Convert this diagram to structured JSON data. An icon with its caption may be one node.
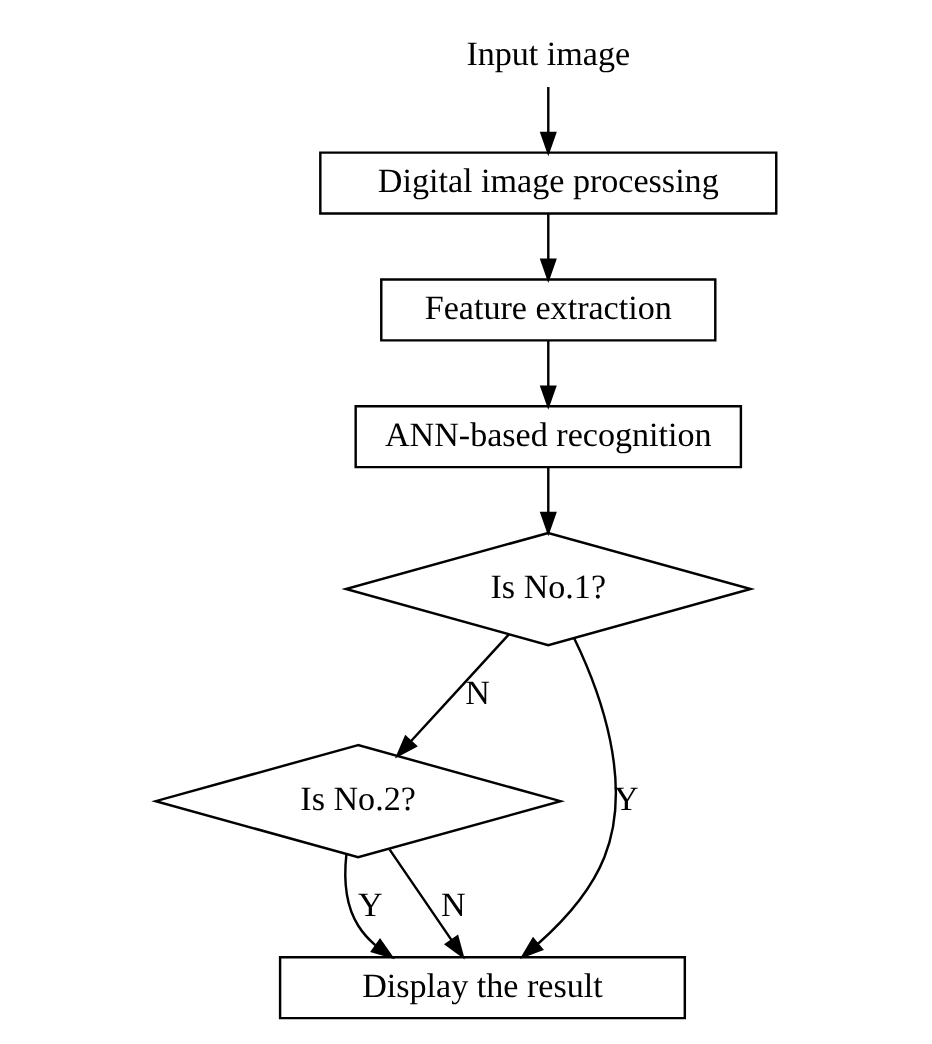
{
  "diagram": {
    "nodes": [
      {
        "text": [
          "Input image"
        ]
      },
      {
        "text": [
          "Digital image processing"
        ]
      },
      {
        "text": [
          "Feature extraction"
        ]
      },
      {
        "text": [
          "ANN-based recognition"
        ]
      },
      {
        "text": [
          "Is No.1?"
        ]
      },
      {
        "text": [
          "Is No.2?"
        ]
      },
      {
        "text": [
          "Display the result"
        ]
      }
    ],
    "edges": [
      {
        "from": 0,
        "to": 1,
        "arrow": "to"
      },
      {
        "from": 1,
        "to": 2,
        "arrow": "to"
      },
      {
        "from": 2,
        "to": 3,
        "arrow": "to"
      },
      {
        "from": 3,
        "to": 4,
        "arrow": "to"
      },
      {
        "from": 4,
        "to": 6,
        "label": "Y",
        "arrow": "to"
      },
      {
        "from": 4,
        "to": 5,
        "label": "N",
        "arrow": "to"
      },
      {
        "from": 5,
        "to": 6,
        "label": "Y",
        "arrow": "to"
      },
      {
        "from": 5,
        "to": 6,
        "label": "N",
        "arrow": "to"
      }
    ]
  }
}
